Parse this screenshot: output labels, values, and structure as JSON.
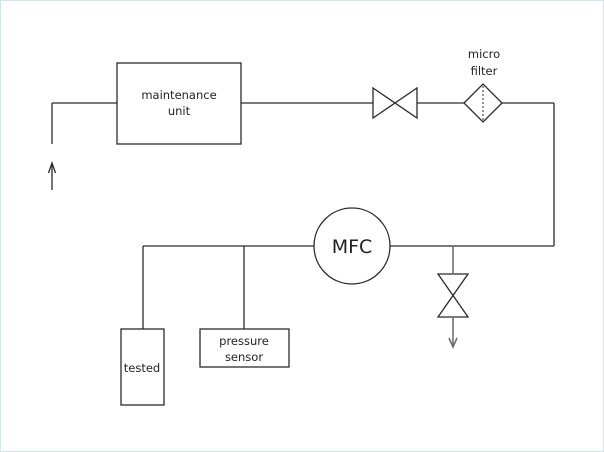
{
  "diagram": {
    "title": "",
    "components": {
      "maintenance_unit": {
        "label_lines": [
          "maintenance",
          "unit"
        ]
      },
      "micro_filter": {
        "label_lines": [
          "micro",
          "filter"
        ]
      },
      "mfc": {
        "label": "MFC"
      },
      "pressure_sensor": {
        "label_lines": [
          "pressure",
          "sensor"
        ]
      },
      "tested": {
        "label": "tested"
      }
    },
    "symbols": {
      "inlet_arrow": "up-arrow",
      "outlet_arrow": "down-arrow",
      "inline_valve": "valve-bowtie-horizontal",
      "drain_valve": "valve-bowtie-vertical",
      "filter": "filter-diamond"
    },
    "colors": {
      "line": "#2b2b2b",
      "gray_line": "#777777",
      "border": "#cfe6e8",
      "background": "#ffffff"
    }
  }
}
